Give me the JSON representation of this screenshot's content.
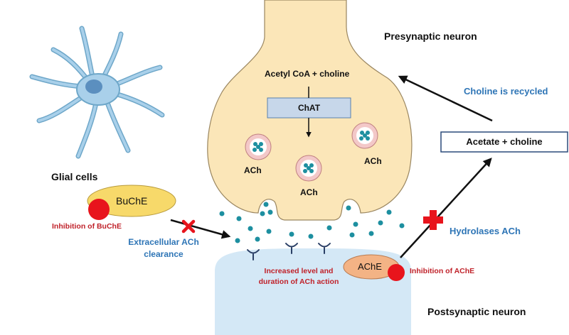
{
  "labels": {
    "presynaptic": "Presynaptic neuron",
    "postsynaptic": "Postsynaptic neuron",
    "glial": "Glial cells",
    "acetyl": "Acetyl CoA + choline",
    "chat": "ChAT",
    "ach_left": "ACh",
    "ach_mid": "ACh",
    "ach_right": "ACh",
    "acetate": "Acetate + choline",
    "recycled": "Choline is recycled",
    "buche": "BuChE",
    "ache": "AChE",
    "inhibition_buche": "Inhibition of BuChE",
    "inhibition_ache": "Inhibition of AChE",
    "clearance_1": "Extracellular ACh",
    "clearance_2": "clearance",
    "hydrolases": "Hydrolases ACh",
    "increased_1": "Increased level and",
    "increased_2": "duration of ACh action"
  },
  "colors": {
    "presynaptic_fill": "#fbe6b8",
    "presynaptic_stroke": "#9a8660",
    "postsynaptic_fill": "#d4e8f6",
    "buche_fill": "#f7d96a",
    "ache_fill": "#f3b385",
    "inhibitor": "#e8141c",
    "molecule": "#1d8fa0",
    "label_blue": "#2e75b6",
    "label_red": "#c0222a"
  }
}
